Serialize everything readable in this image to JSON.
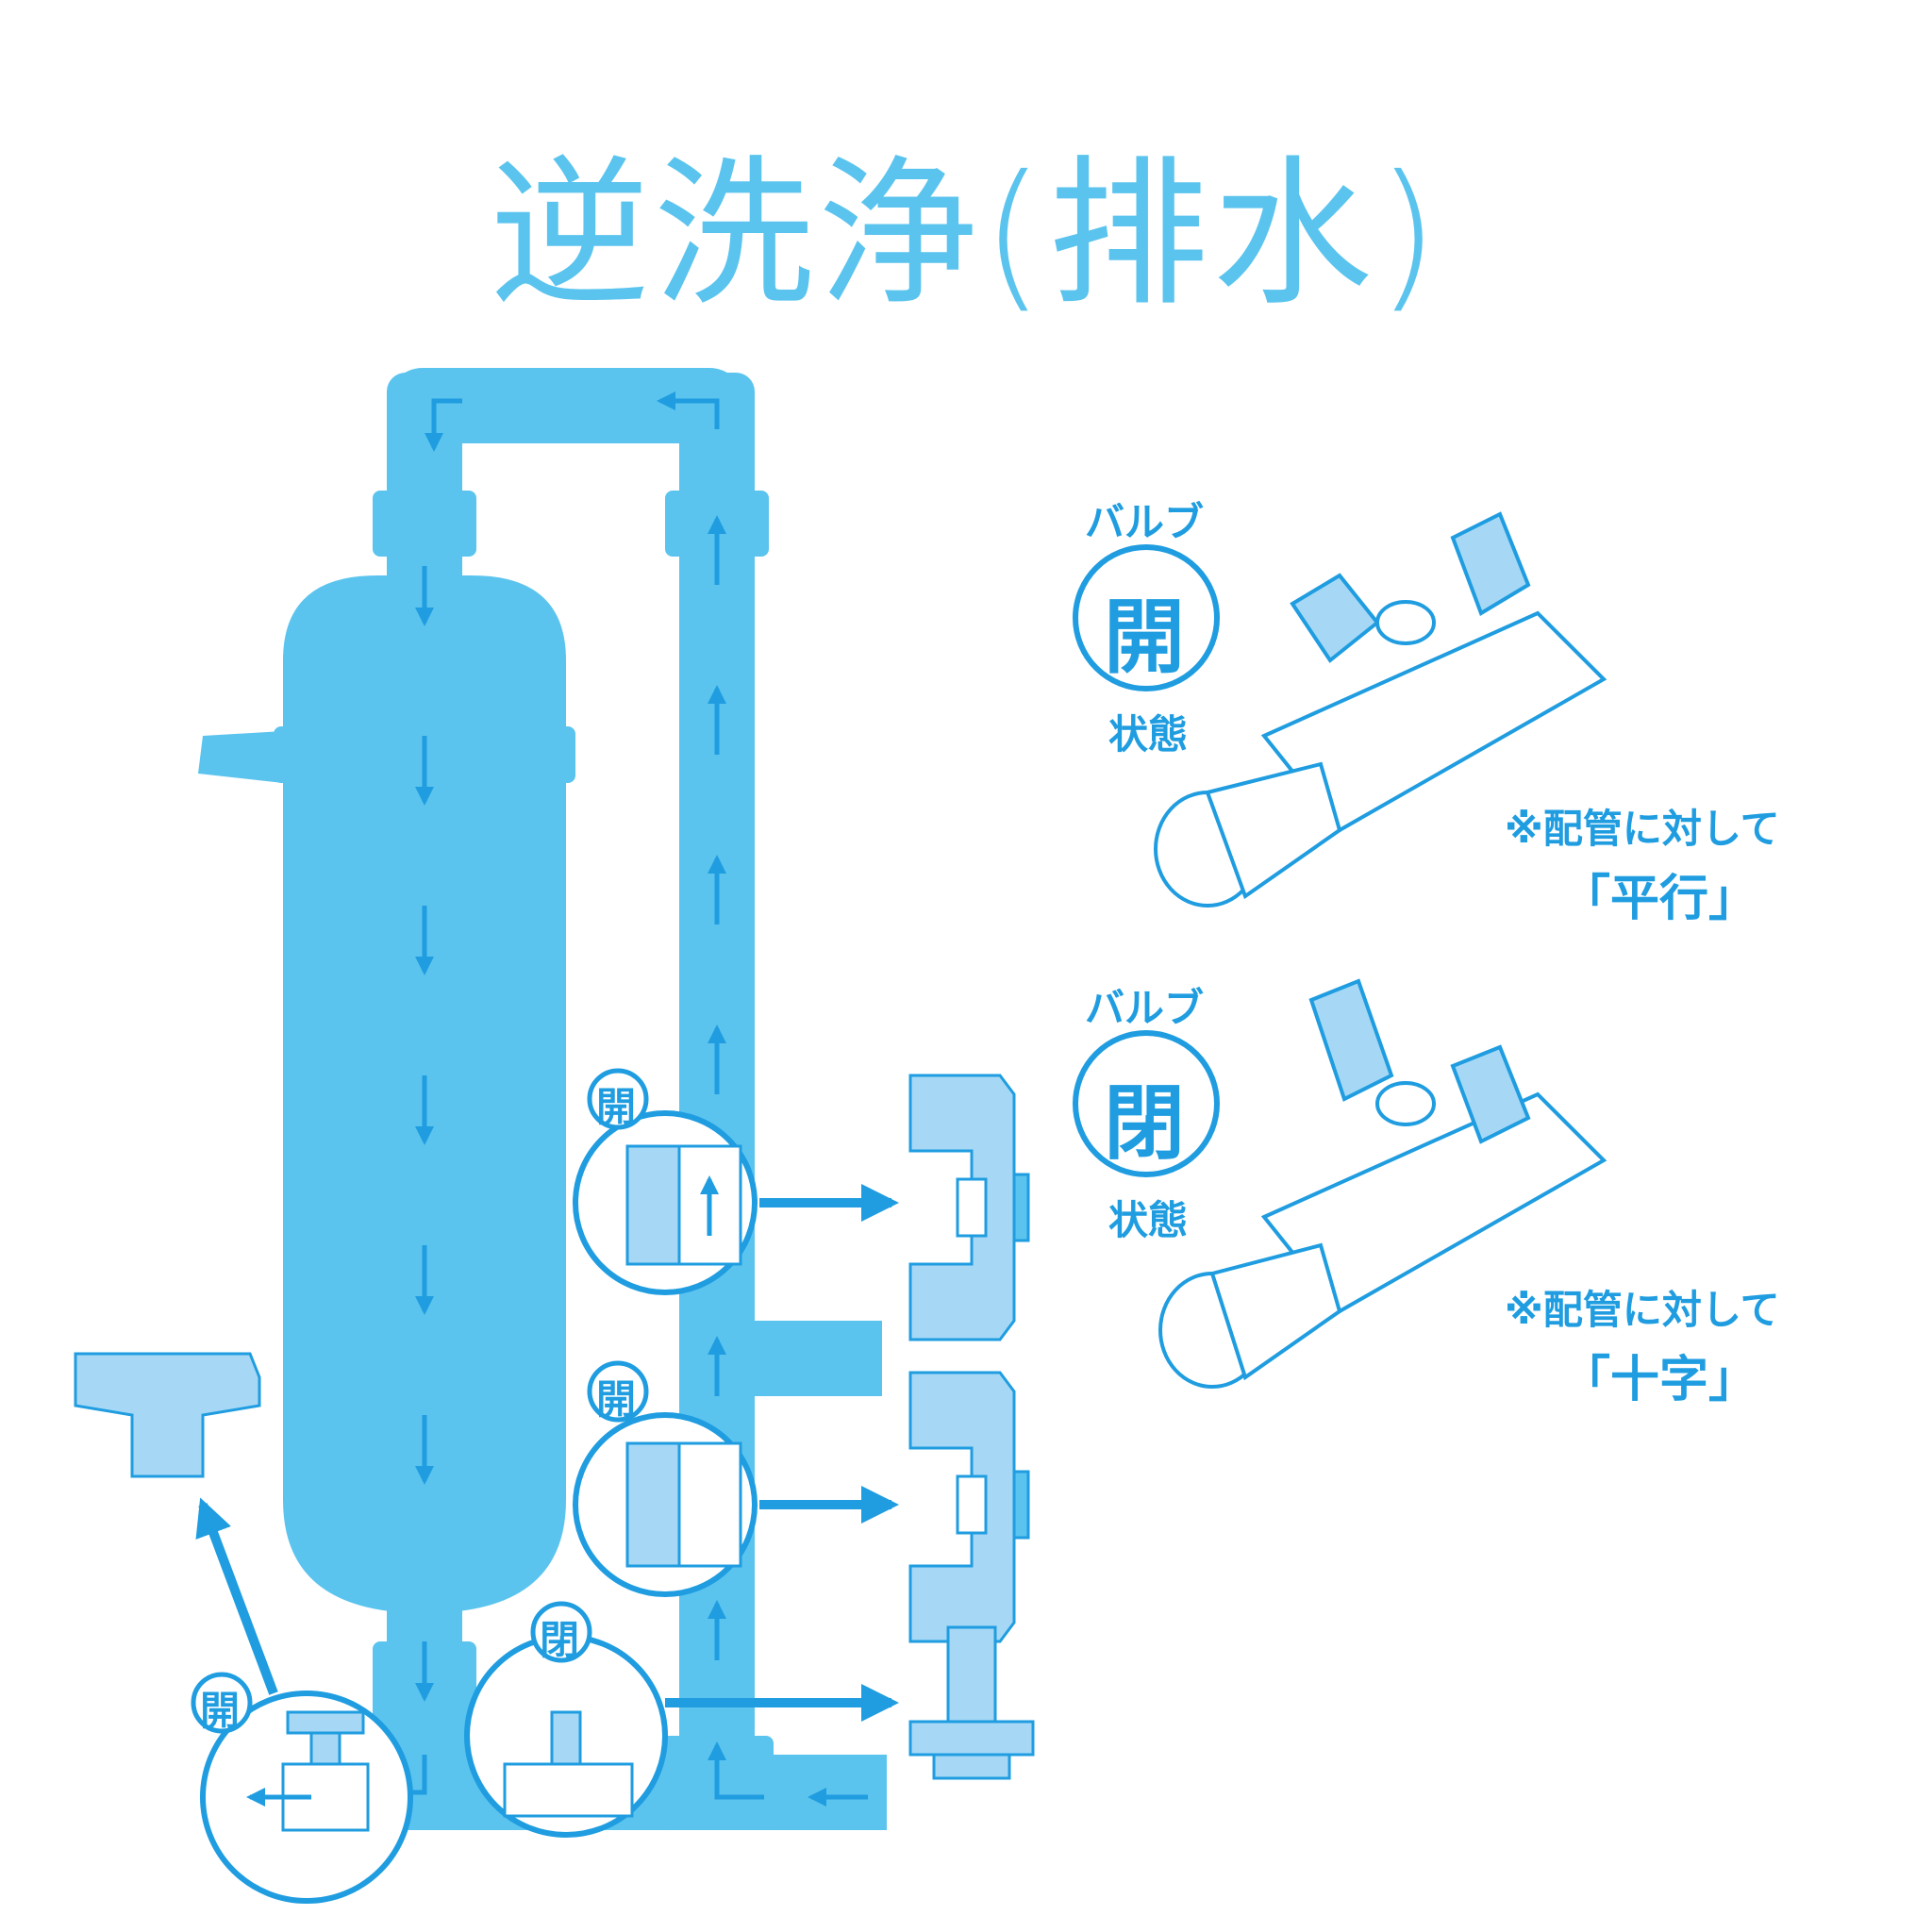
{
  "title": "逆洗浄(排水)",
  "colors": {
    "title": "#5bc4ee",
    "pipe": "#5bc4ee",
    "light": "#a6d8f6",
    "outline": "#1f9de0",
    "text": "#1f9de0",
    "white": "#ffffff"
  },
  "diagram": {
    "valve_labels": {
      "upper": "開",
      "middle": "開",
      "bottom_left": "開",
      "bottom_center": "閉"
    }
  },
  "legend": {
    "open": {
      "heading": "バルブ",
      "state": "開",
      "suffix": "状態",
      "note": "※配管に対して",
      "orientation": "「平行」"
    },
    "closed": {
      "heading": "バルブ",
      "state": "閉",
      "suffix": "状態",
      "note": "※配管に対して",
      "orientation": "「十字」"
    }
  }
}
